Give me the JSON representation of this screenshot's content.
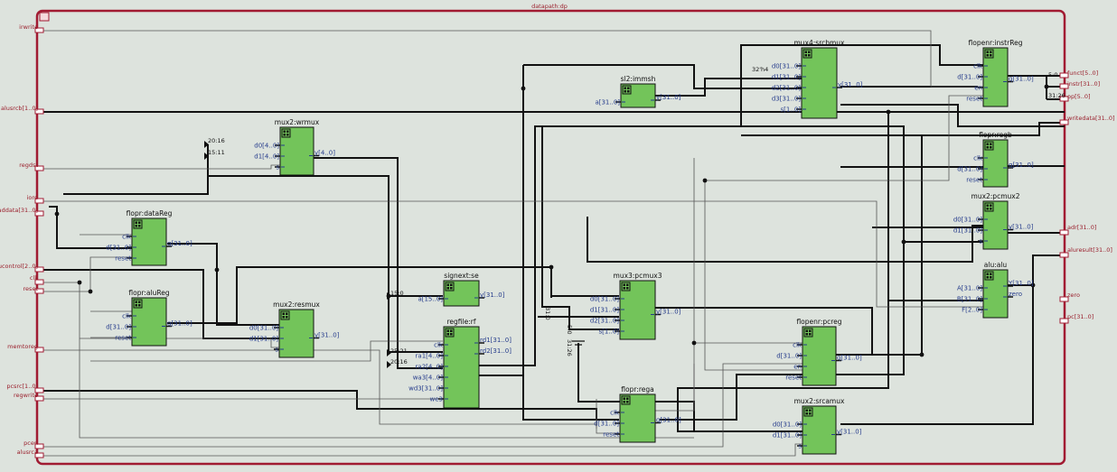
{
  "title": "datapath:dp",
  "input_ports": [
    "irwrite",
    "alusrcb[1..0]",
    "regdst",
    "iord",
    "addata[31..0]",
    "alucontrol[2..0]",
    "clk",
    "reset",
    "memtoreg",
    "pcsrc[1..0]",
    "regwrite",
    "pcen",
    "alusrca"
  ],
  "output_ports": [
    "funct[5..0]",
    "instr[31..0]",
    "op[5..0]",
    "writedata[31..0]",
    "adr[31..0]",
    "aluresult[31..0]",
    "zero",
    "pc[31..0]"
  ],
  "blocks": [
    {
      "id": "srcbmux",
      "title": "mux4:srcbmux",
      "in": [
        "d0[31..0]",
        "d1[31..0]",
        "d2[31..0]",
        "d3[31..0]",
        "s[1..0]"
      ],
      "out": [
        "y[31..0]"
      ]
    },
    {
      "id": "instrReg",
      "title": "flopenr:instrReg",
      "in": [
        "clk",
        "d[31..0]",
        "en",
        "reset"
      ],
      "out": [
        "q[31..0]"
      ]
    },
    {
      "id": "immsh",
      "title": "sl2:immsh",
      "in": [
        "a[31..0]"
      ],
      "out": [
        "y[31..0]"
      ]
    },
    {
      "id": "wrmux",
      "title": "mux2:wrmux",
      "in": [
        "d0[4..0]",
        "d1[4..0]",
        "s"
      ],
      "out": [
        "y[4..0]"
      ]
    },
    {
      "id": "regb",
      "title": "flopr:regb",
      "in": [
        "clk",
        "d[31..0]",
        "reset"
      ],
      "out": [
        "q[31..0]"
      ]
    },
    {
      "id": "dataReg",
      "title": "flopr:dataReg",
      "in": [
        "clk",
        "d[31..0]",
        "reset"
      ],
      "out": [
        "q[31..0]"
      ]
    },
    {
      "id": "pcmux2",
      "title": "mux2:pcmux2",
      "in": [
        "d0[31..0]",
        "d1[31..0]",
        "s"
      ],
      "out": [
        "y[31..0]"
      ]
    },
    {
      "id": "alu",
      "title": "alu:alu",
      "in": [
        "A[31..0]",
        "B[31..0]",
        "F[2..0]"
      ],
      "out": [
        "Y[31..0]",
        "zero"
      ]
    },
    {
      "id": "signext",
      "title": "signext:se",
      "in": [
        "a[15..0]"
      ],
      "out": [
        "y[31..0]"
      ]
    },
    {
      "id": "pcmux3",
      "title": "mux3:pcmux3",
      "in": [
        "d0[31..0]",
        "d1[31..0]",
        "d2[31..0]",
        "s[1..0]"
      ],
      "out": [
        "y[31..0]"
      ]
    },
    {
      "id": "aluReg",
      "title": "flopr:aluReg",
      "in": [
        "clk",
        "d[31..0]",
        "reset"
      ],
      "out": [
        "q[31..0]"
      ]
    },
    {
      "id": "resmux",
      "title": "mux2:resmux",
      "in": [
        "d0[31..0]",
        "d1[31..0]",
        "s"
      ],
      "out": [
        "y[31..0]"
      ]
    },
    {
      "id": "regfile",
      "title": "regfile:rf",
      "in": [
        "clk",
        "ra1[4..0]",
        "ra2[4..0]",
        "wa3[4..0]",
        "wd3[31..0]",
        "we3"
      ],
      "out": [
        "rd1[31..0]",
        "rd2[31..0]"
      ]
    },
    {
      "id": "pcreg",
      "title": "flopenr:pcreg",
      "in": [
        "clk",
        "d[31..0]",
        "en",
        "reset"
      ],
      "out": [
        "q[31..0]"
      ]
    },
    {
      "id": "rega",
      "title": "flopr:rega",
      "in": [
        "clk",
        "d[31..0]",
        "reset"
      ],
      "out": [
        "q[31..0]"
      ]
    },
    {
      "id": "srcamux",
      "title": "mux2:srcamux",
      "in": [
        "d0[31..0]",
        "d1[31..0]",
        "s"
      ],
      "out": [
        "y[31..0]"
      ]
    }
  ],
  "bus_labels": [
    "20:16",
    "15:11",
    "15:0",
    "25:21",
    "20:16",
    "32'h4",
    "5:0",
    "31:26",
    "31:0",
    "5:0",
    "31:26"
  ]
}
